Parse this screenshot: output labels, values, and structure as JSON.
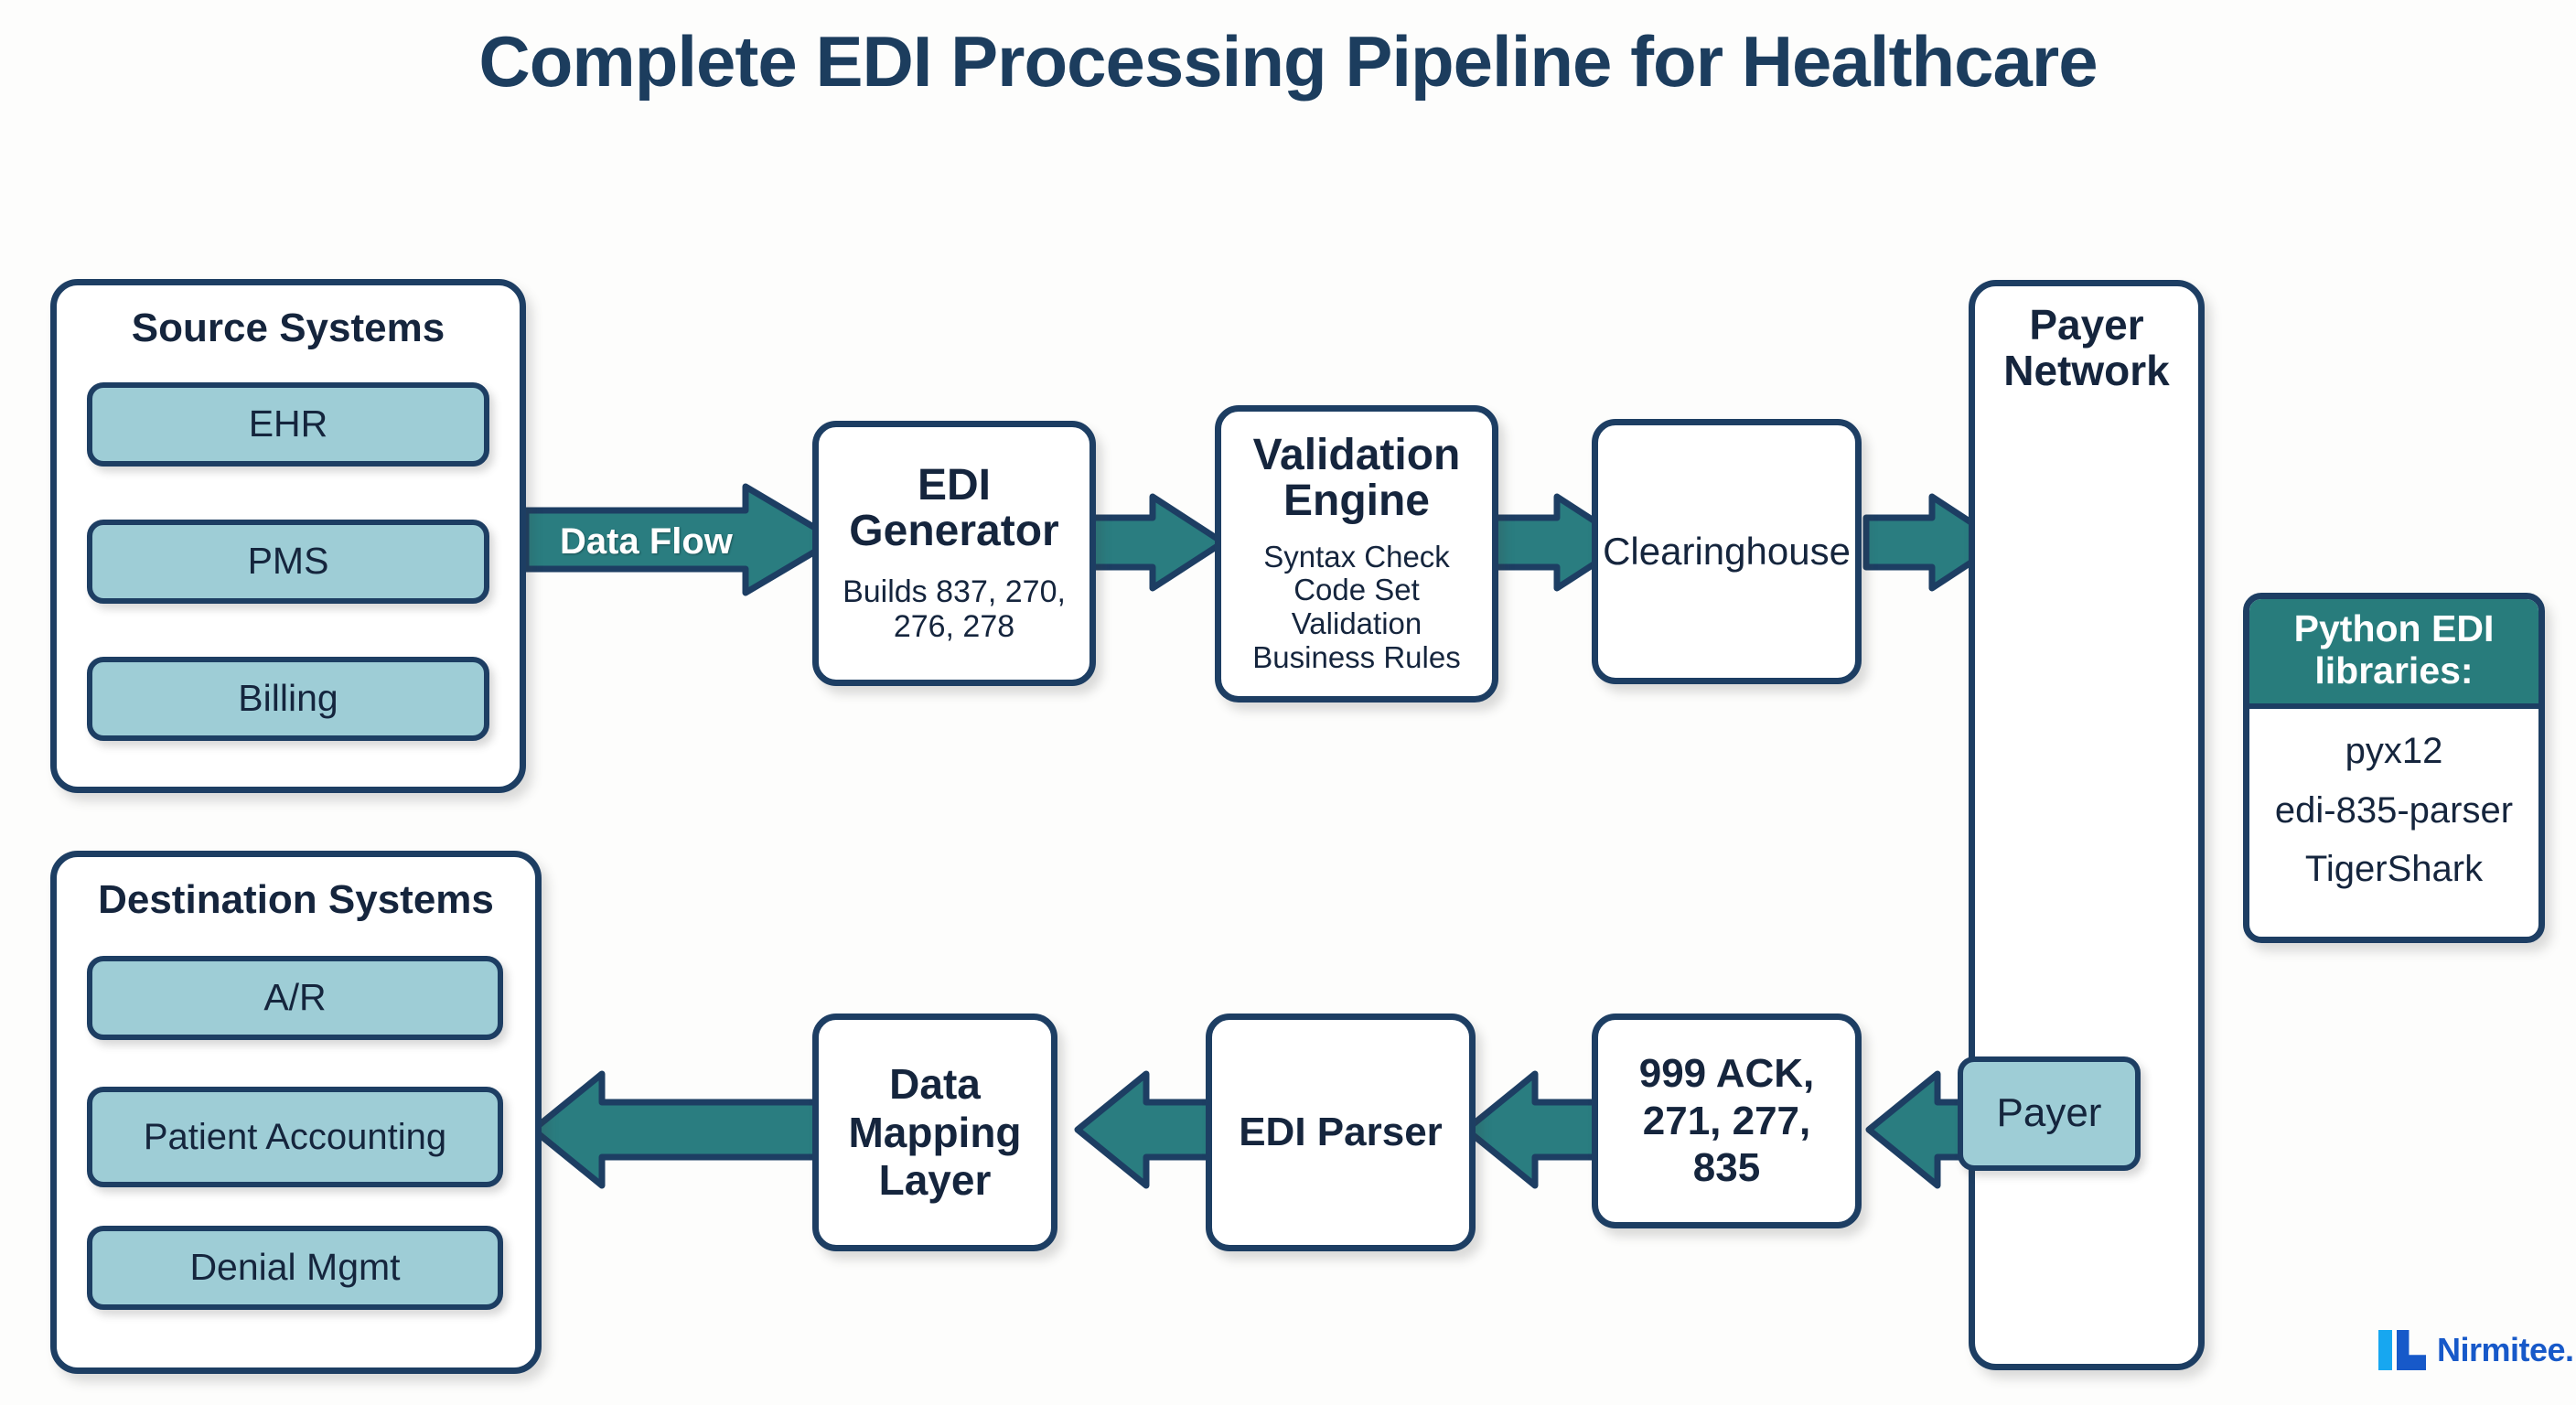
{
  "page": {
    "title": "Complete EDI Processing Pipeline for Healthcare"
  },
  "colors": {
    "navy": "#1d3e63",
    "teal_arrow": "#2a7d80",
    "teal_header": "#287c7c",
    "chip_fill": "#9ecdd6",
    "text_dark": "#15253d",
    "background": "#fdfdfc",
    "logo_light_blue": "#17a7f0",
    "logo_blue": "#1759c9"
  },
  "source_systems": {
    "title": "Source Systems",
    "items": [
      {
        "label": "EHR"
      },
      {
        "label": "PMS"
      },
      {
        "label": "Billing"
      }
    ]
  },
  "destination_systems": {
    "title": "Destination Systems",
    "items": [
      {
        "label": "A/R"
      },
      {
        "label": "Patient Accounting"
      },
      {
        "label": "Denial Mgmt"
      }
    ]
  },
  "nodes": {
    "edi_generator": {
      "title": "EDI Generator",
      "subtitle": "Builds 837, 270, 276, 278"
    },
    "validation_engine": {
      "title": "Validation Engine",
      "subtitle_lines": [
        "Syntax Check",
        "Code Set Validation",
        "Business Rules"
      ]
    },
    "clearinghouse": {
      "title": "Clearinghouse"
    },
    "payer_network": {
      "title": "Payer Network"
    },
    "payer": {
      "label": "Payer"
    },
    "ack_box": {
      "title": "999 ACK, 271, 277, 835"
    },
    "edi_parser": {
      "title": "EDI Parser"
    },
    "data_mapping_layer": {
      "title": "Data Mapping Layer"
    }
  },
  "arrows": {
    "data_flow_label": "Data Flow"
  },
  "libraries_panel": {
    "header": "Python EDI libraries:",
    "items": [
      "pyx12",
      "edi-835-parser",
      "TigerShark"
    ]
  },
  "brand": {
    "name": "Nirmitee.io"
  }
}
